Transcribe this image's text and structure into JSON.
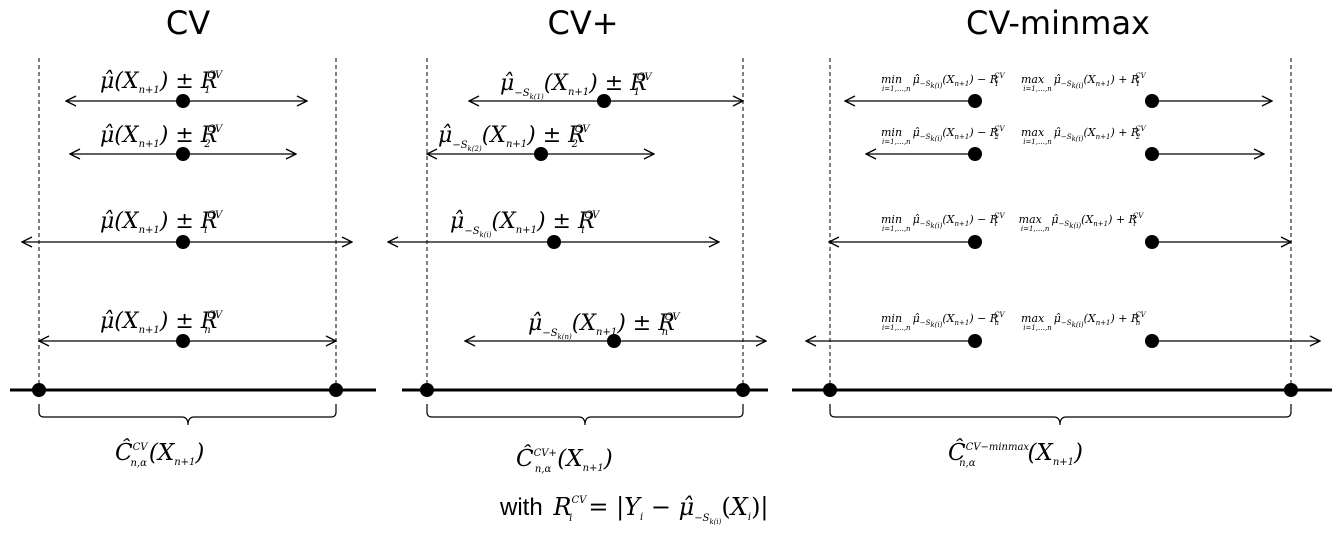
{
  "panels": [
    {
      "title": "CV",
      "intervals": [
        {
          "label": "μ̂(Xn+1) ± R1CV"
        },
        {
          "label": "μ̂(Xn+1) ± R2CV"
        },
        {
          "label": "μ̂(Xn+1) ± RiCV"
        },
        {
          "label": "μ̂(Xn+1) ± RnCV"
        }
      ],
      "brace_label": "Ĉn,αCV(Xn+1)"
    },
    {
      "title": "CV+",
      "intervals": [
        {
          "label": "μ̂−Sk(1)(Xn+1) ± R1CV"
        },
        {
          "label": "μ̂−Sk(2)(Xn+1) ± R2CV"
        },
        {
          "label": "μ̂−Sk(i)(Xn+1) ± RiCV"
        },
        {
          "label": "μ̂−Sk(n)(Xn+1) ± RnCV"
        }
      ],
      "brace_label": "Ĉn,αCV+(Xn+1)"
    },
    {
      "title": "CV-minmax",
      "intervals": [
        {
          "label": "min i=1,…,n μ̂−Sk(i)(Xn+1) − R1CV   max i=1,…,n μ̂−Sk(i)(Xn+1) + R1CV"
        },
        {
          "label": "min i=1,…,n μ̂−Sk(i)(Xn+1) − R2CV   max i=1,…,n μ̂−Sk(i)(Xn+1) + R2CV"
        },
        {
          "label": "min i=1,…,n μ̂−Sk(i)(Xn+1) − RiCV   max i=1,…,n μ̂−Sk(i)(Xn+1) + RiCV"
        },
        {
          "label": "min i=1,…,n μ̂−Sk(i)(Xn+1) − RnCV   max i=1,…,n μ̂−Sk(i)(Xn+1) + RnCV"
        }
      ],
      "brace_label": "Ĉn,αCV−minmax(Xn+1)"
    }
  ],
  "footer": "with RiCV = |Yi − μ̂−Sk(i)(Xi)|"
}
